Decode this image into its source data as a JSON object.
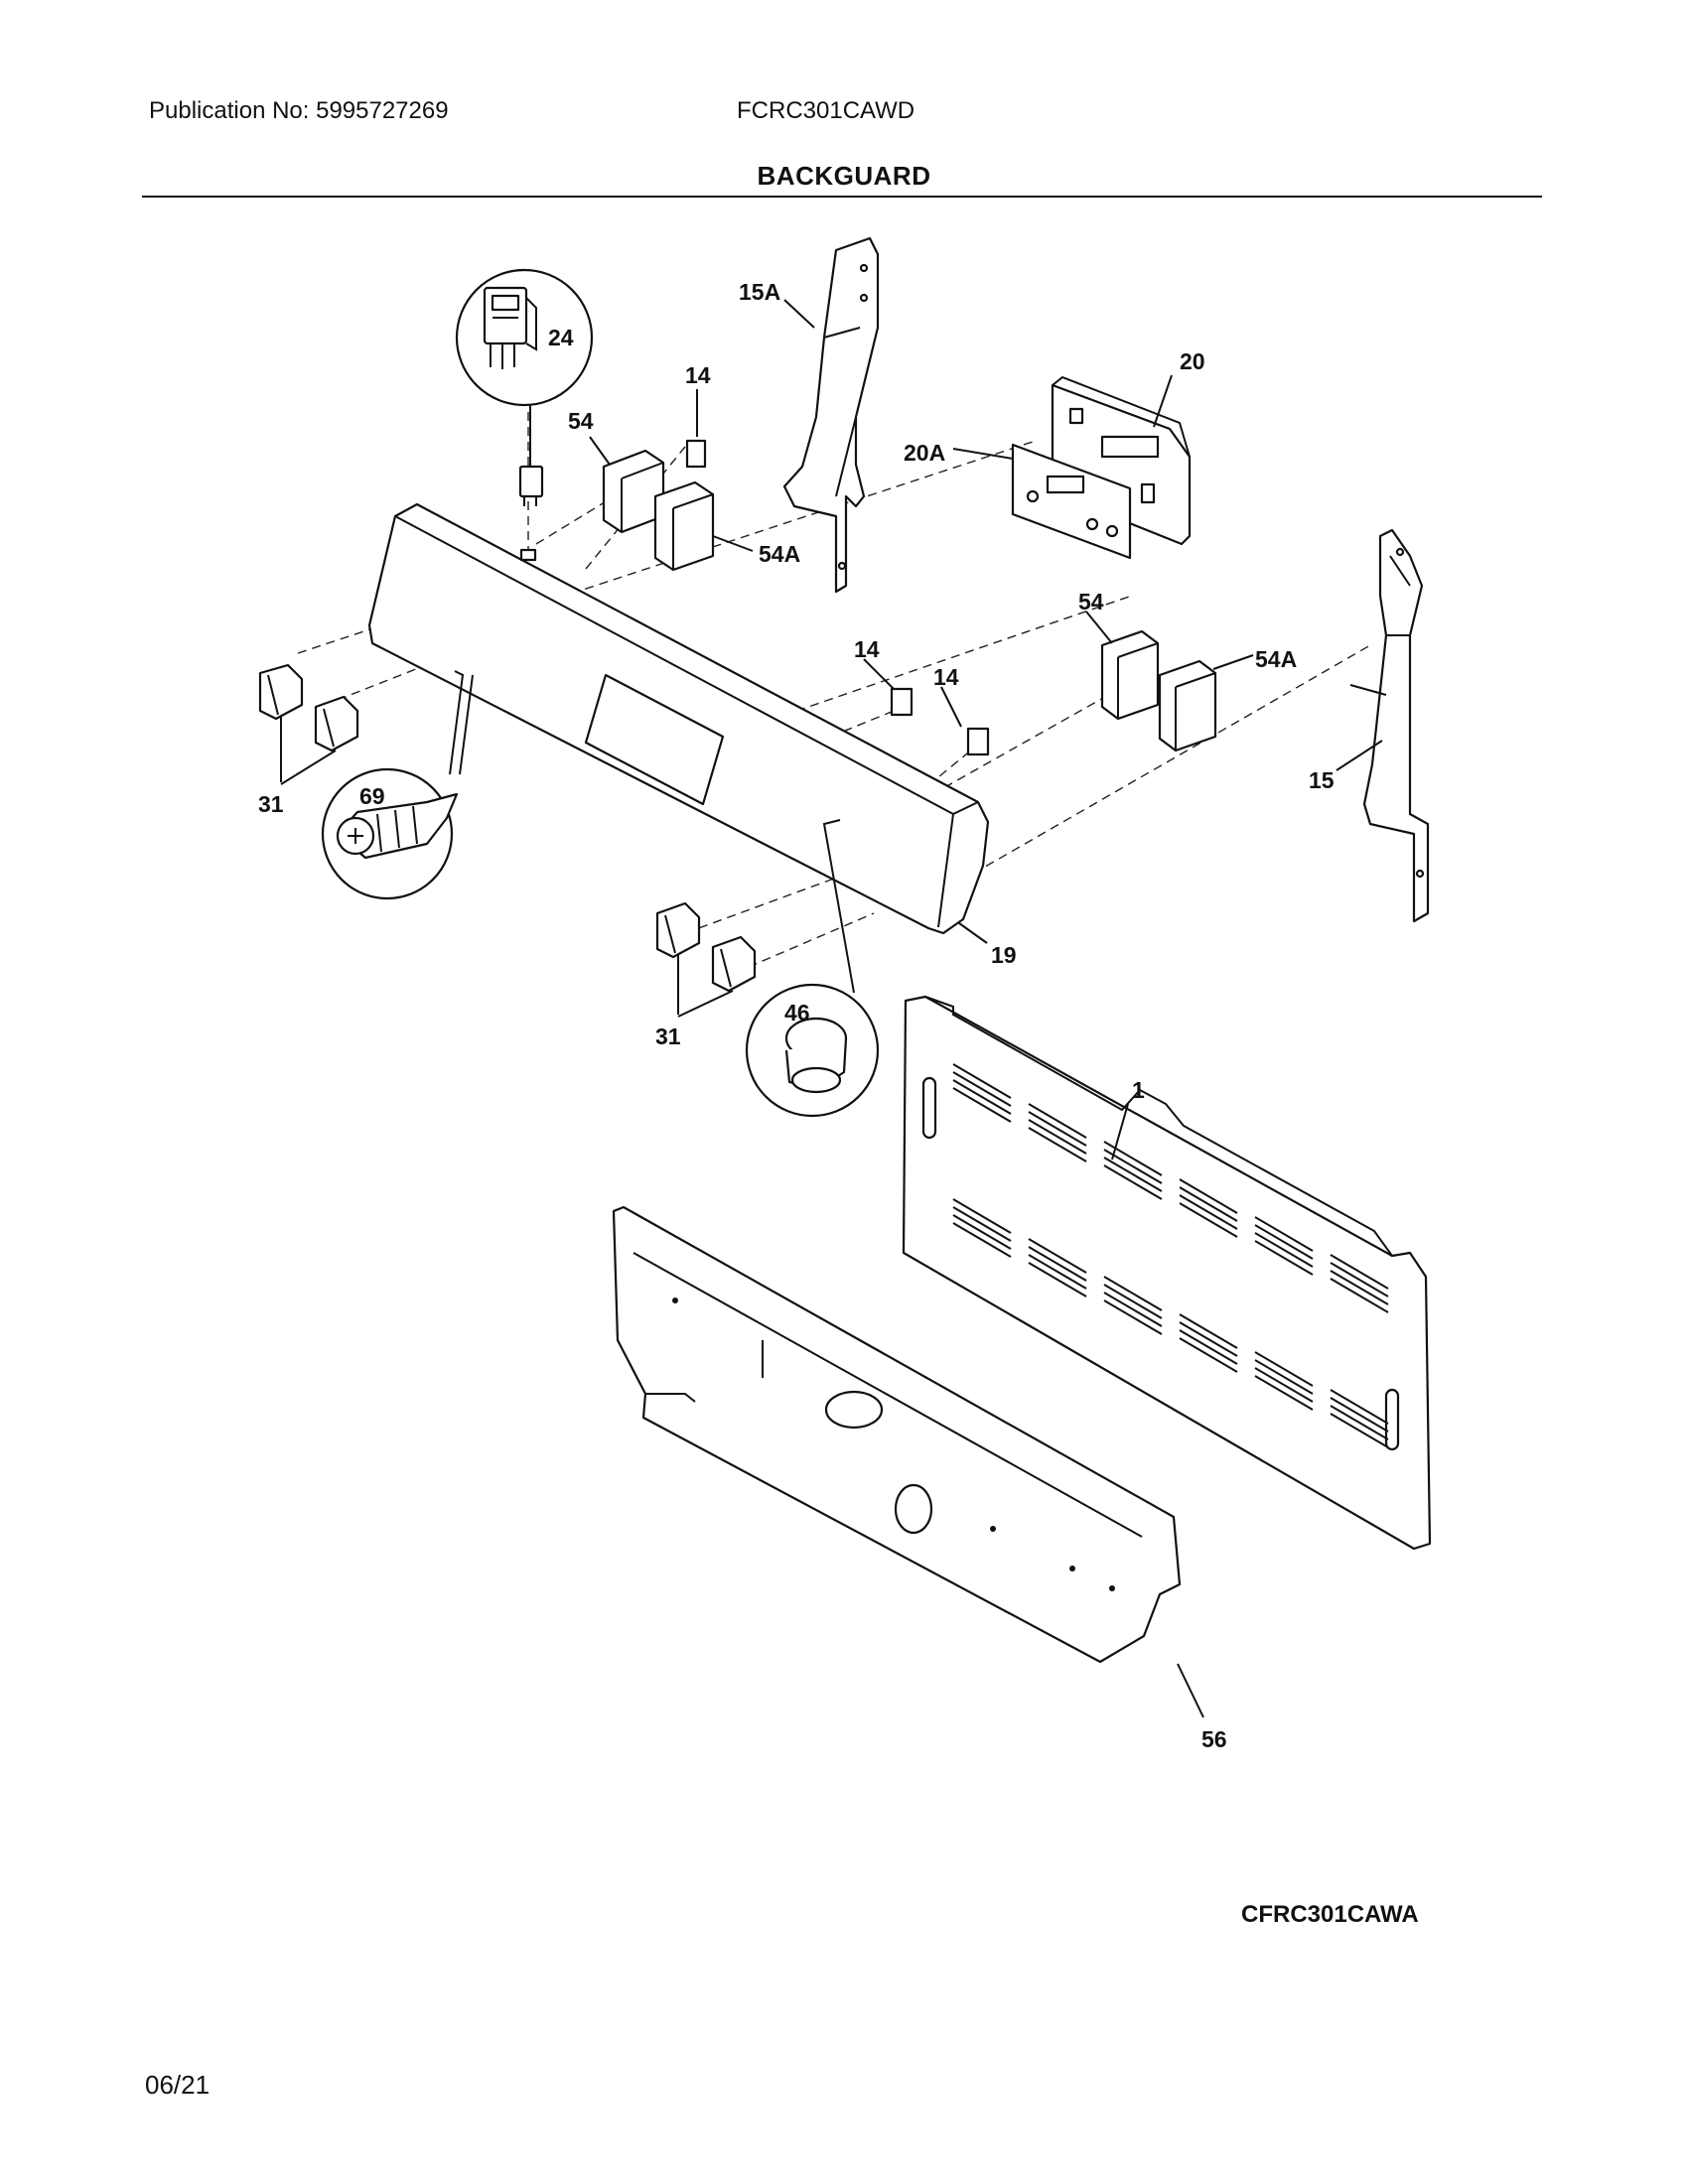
{
  "header": {
    "publication": "Publication No: 5995727269",
    "model": "FCRC301CAWD"
  },
  "title": "BACKGUARD",
  "diagram_code": "CFRC301CAWA",
  "footer_date": "06/21",
  "callouts": [
    "24",
    "15A",
    "14",
    "20",
    "54",
    "20A",
    "54A",
    "54",
    "14",
    "14",
    "54A",
    "31",
    "69",
    "15",
    "19",
    "46",
    "31",
    "1",
    "56"
  ]
}
